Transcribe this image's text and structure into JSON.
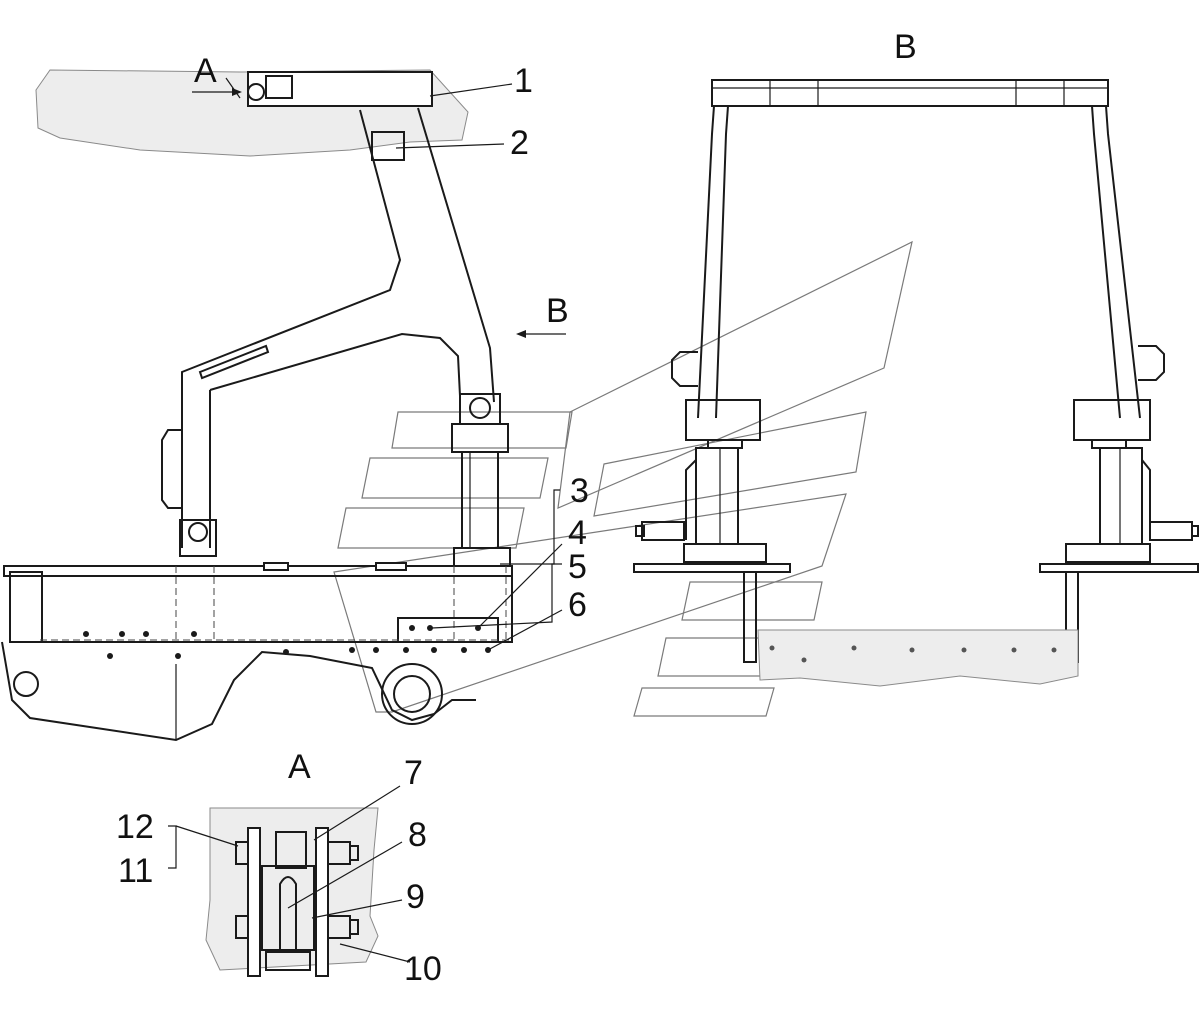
{
  "view_labels": {
    "view_a_arrow": "A",
    "view_b_title": "B",
    "view_b_arrow": "B",
    "detail_a_title": "A"
  },
  "callouts": [
    "1",
    "2",
    "3",
    "4",
    "5",
    "6",
    "7",
    "8",
    "9",
    "10",
    "12",
    "11"
  ]
}
